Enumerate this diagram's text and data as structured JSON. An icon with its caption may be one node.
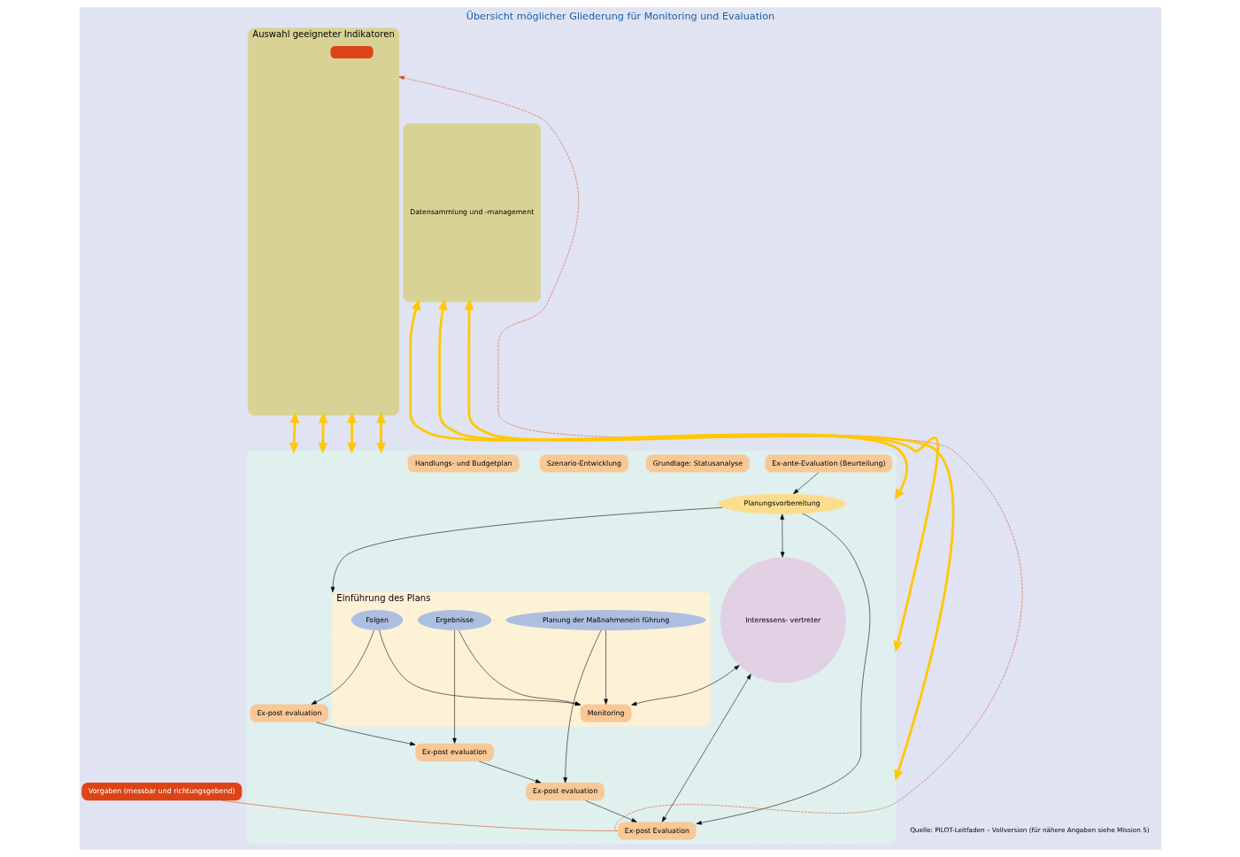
{
  "diagram": {
    "title": "Übersicht möglicher Gliederung für Monitoring und Evaluation",
    "caption": "Quelle: PILOT-Leitfaden – Vollversion (für nähere Angaben siehe Mission 5)",
    "nodes": [
      {
        "text": [
          "Vorgaben (messbar und richtungsgebend)"
        ]
      },
      {
        "text": [
          "Auswahl geeigneter Indikatoren"
        ]
      },
      {
        "text": [],
        "shape": "box",
        "in": 1
      },
      {
        "text": [],
        "shape": "box"
      },
      {
        "text": [
          "Ex-ante-Evaluation (Beurteilung)"
        ],
        "in": 3
      },
      {
        "text": [
          "Grundlage: Statusanalyse"
        ],
        "in": 3
      },
      {
        "text": [
          "Szenario-Entwicklung"
        ],
        "in": 3
      },
      {
        "text": [
          "Handlungs- und Budgetplan"
        ],
        "in": 3
      },
      {
        "text": [
          "Planungsvorbereitung"
        ],
        "in": 3
      },
      {
        "text": [
          "Einführung des Plans"
        ],
        "in": 3
      },
      {
        "text": [
          "Planung der Maßnahmenein führung"
        ],
        "in": 9
      },
      {
        "text": [
          "Ergebnisse"
        ],
        "in": 9
      },
      {
        "text": [
          "Folgen"
        ],
        "in": 9
      },
      {
        "text": [
          "Monitoring"
        ],
        "in": 9
      },
      {
        "text": [
          "Interessens- vertreter"
        ],
        "in": 3
      },
      {
        "text": [
          "Ex-post Evaluation"
        ],
        "in": 3
      },
      {
        "text": [
          "Ex-post evaluation"
        ],
        "in": 3
      },
      {
        "text": [
          "Ex-post evaluation"
        ],
        "in": 3
      },
      {
        "text": [
          "Ex-post evaluation"
        ],
        "in": 3
      },
      {
        "text": [
          "Datensammlung und -management"
        ]
      }
    ],
    "edges": [
      {
        "from": 0,
        "to": 15,
        "arrow": "none",
        "color": "#dd4415"
      },
      {
        "from": 15,
        "to": 1,
        "arrow": "to",
        "style": "dashed",
        "color": "#dd4415"
      },
      {
        "from": 1,
        "to": 3,
        "arrow": "both",
        "style": "thick",
        "color": "#ffc800"
      },
      {
        "from": 1,
        "to": 3,
        "arrow": "both",
        "style": "thick",
        "color": "#ffc800"
      },
      {
        "from": 1,
        "to": 3,
        "arrow": "both",
        "style": "thick",
        "color": "#ffc800"
      },
      {
        "from": 1,
        "to": 3,
        "arrow": "both",
        "style": "thick",
        "color": "#ffc800"
      },
      {
        "from": 3,
        "to": 19,
        "arrow": "both",
        "style": "thick",
        "color": "#ffc800"
      },
      {
        "from": 3,
        "to": 19,
        "arrow": "both",
        "style": "thick",
        "color": "#ffc800"
      },
      {
        "from": 3,
        "to": 19,
        "arrow": "both",
        "style": "thick",
        "color": "#ffc800"
      },
      {
        "from": 4,
        "to": 8,
        "arrow": "to"
      },
      {
        "from": 8,
        "to": 9,
        "arrow": "to"
      },
      {
        "from": 8,
        "to": 15,
        "arrow": "to"
      },
      {
        "from": 8,
        "to": 14,
        "arrow": "both"
      },
      {
        "from": 14,
        "to": 13,
        "arrow": "both"
      },
      {
        "from": 14,
        "to": 15,
        "arrow": "both"
      },
      {
        "from": 10,
        "to": 13,
        "arrow": "to"
      },
      {
        "from": 11,
        "to": 13,
        "arrow": "to"
      },
      {
        "from": 12,
        "to": 13,
        "arrow": "to"
      },
      {
        "from": 10,
        "to": 16,
        "arrow": "to"
      },
      {
        "from": 11,
        "to": 17,
        "arrow": "to"
      },
      {
        "from": 12,
        "to": 18,
        "arrow": "to"
      },
      {
        "from": 16,
        "to": 15,
        "arrow": "to"
      },
      {
        "from": 17,
        "to": 16,
        "arrow": "to"
      },
      {
        "from": 18,
        "to": 17,
        "arrow": "to"
      }
    ]
  }
}
